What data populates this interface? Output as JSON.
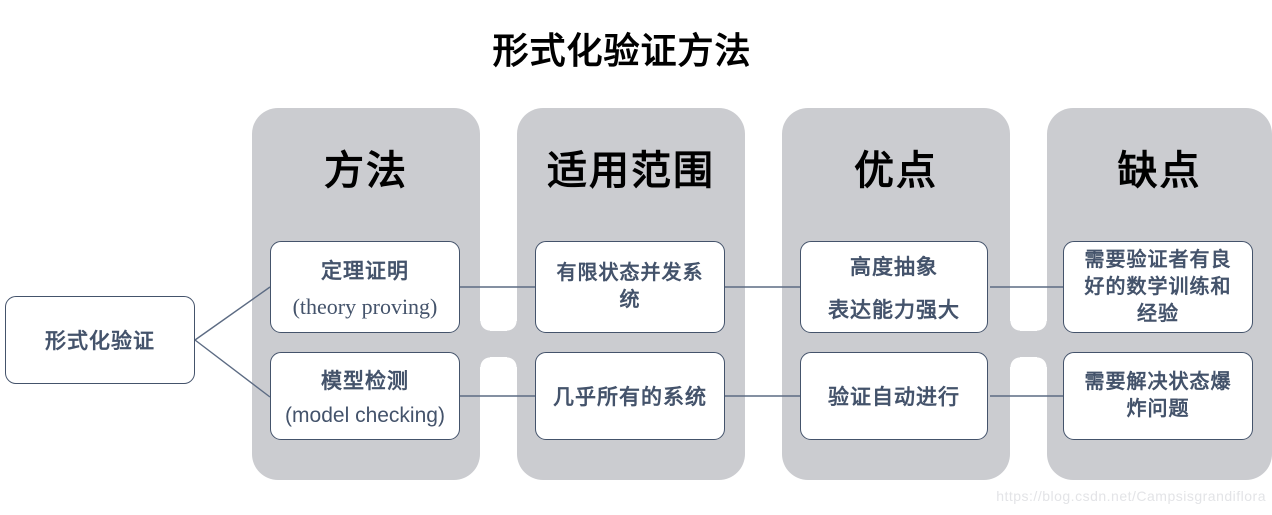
{
  "title": "形式化验证方法",
  "root": {
    "label": "形式化验证"
  },
  "columns": [
    {
      "header": "方法",
      "rows": [
        {
          "line1": "定理证明",
          "line2": "(theory proving)"
        },
        {
          "line1": "模型检测",
          "line2": "(model checking)"
        }
      ]
    },
    {
      "header": "适用范围",
      "rows": [
        {
          "text": "有限状态并发系统"
        },
        {
          "text": "几乎所有的系统"
        }
      ]
    },
    {
      "header": "优点",
      "rows": [
        {
          "line1": "高度抽象",
          "line2": "表达能力强大"
        },
        {
          "text": "验证自动进行"
        }
      ]
    },
    {
      "header": "缺点",
      "rows": [
        {
          "text": "需要验证者有良好的数学训练和经验"
        },
        {
          "text": "需要解决状态爆炸问题"
        }
      ]
    }
  ],
  "watermark": "https://blog.csdn.net/Campsisgrandiflora",
  "colors": {
    "column_bg": "#cbccd0",
    "node_border": "#44536b",
    "node_text": "#44536b",
    "connector_line": "#5c6b83",
    "heading_text": "#000000",
    "watermark_text": "#e3e4e7"
  }
}
